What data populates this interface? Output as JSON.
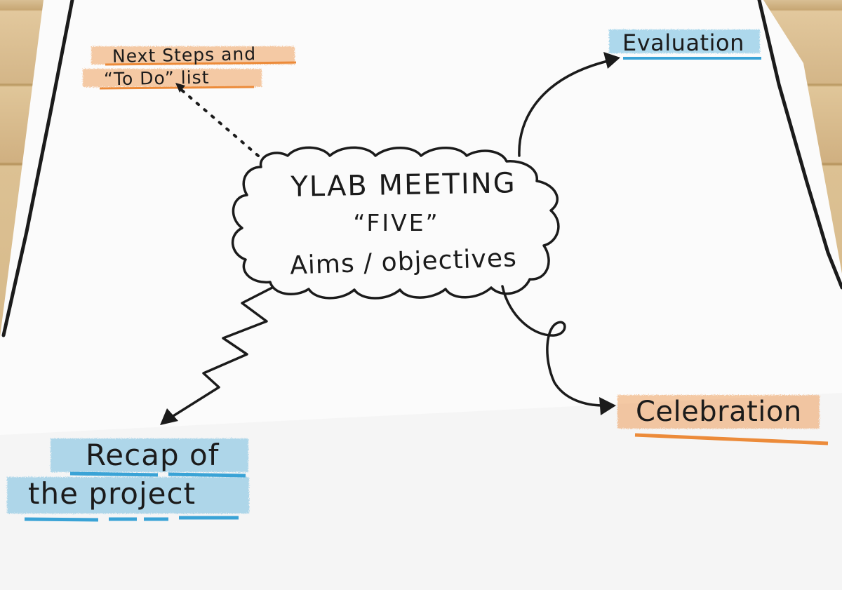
{
  "flipchart": {
    "center": {
      "line1": "YLAB MEETING",
      "line2": "“FIVE”",
      "line3": "Aims / objectives"
    },
    "branches": {
      "next_steps": {
        "line1": "Next Steps and",
        "line2": "“To Do” list"
      },
      "evaluation": "Evaluation",
      "celebration": "Celebration",
      "recap": {
        "line1": "Recap of",
        "line2": "the project"
      }
    }
  },
  "colors": {
    "ink": "#1b1b1b",
    "highlight_orange": "#ec8b3a",
    "highlight_blue": "#3aa3d6",
    "paper": "#fbfbfb",
    "table_wood": "#d4b688"
  }
}
